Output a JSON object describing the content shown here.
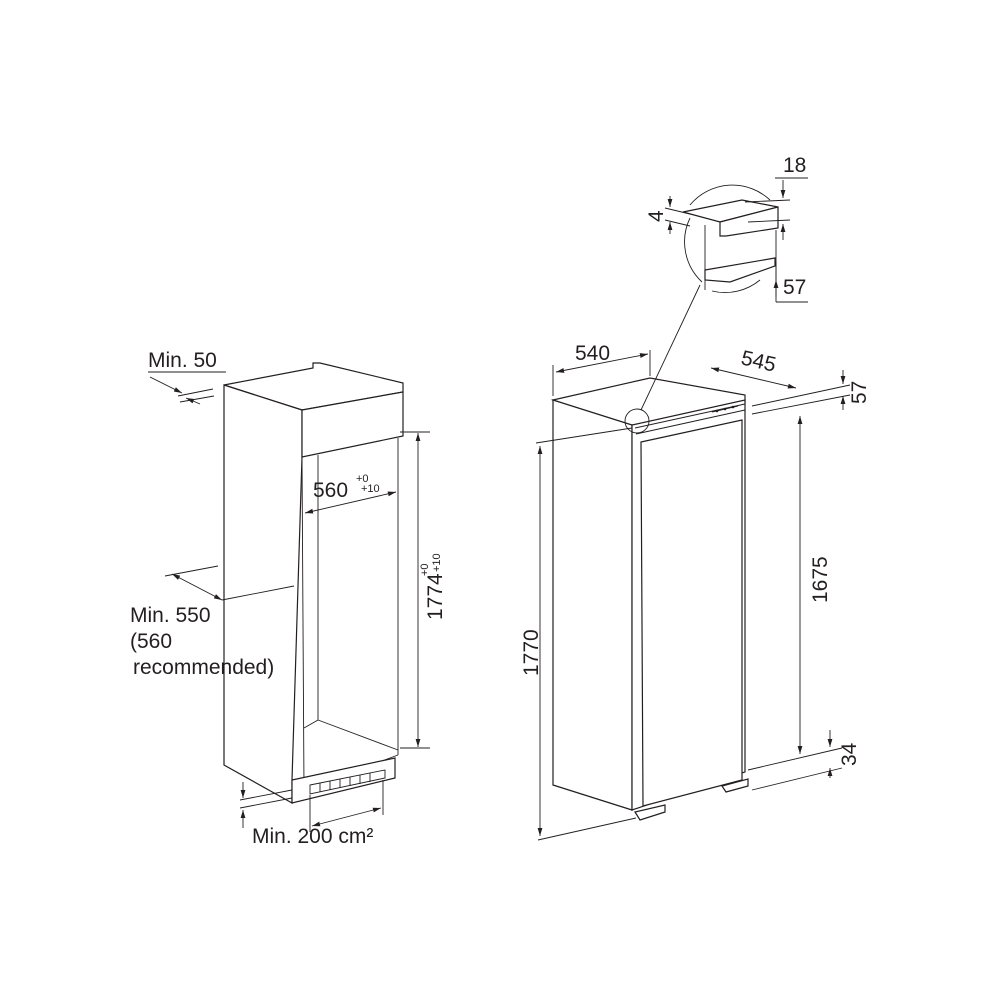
{
  "niche": {
    "top_clearance": "Min. 50",
    "width": "560",
    "width_tol_upper": "+0",
    "width_tol_lower": "+10",
    "height": "1774",
    "height_tol_upper": "+0",
    "height_tol_lower": "+10",
    "depth_line1": "Min. 550",
    "depth_line2": "(560",
    "depth_line3": "recommended)",
    "ventilation": "Min. 200 cm²"
  },
  "appliance": {
    "width": "540",
    "depth": "545",
    "top_gap": "57",
    "door_height": "1675",
    "bottom_gap": "34",
    "height": "1770"
  },
  "detail": {
    "panel_thickness": "18",
    "gap": "4",
    "offset": "57"
  },
  "colors": {
    "line": "#231f20",
    "background": "#ffffff"
  }
}
